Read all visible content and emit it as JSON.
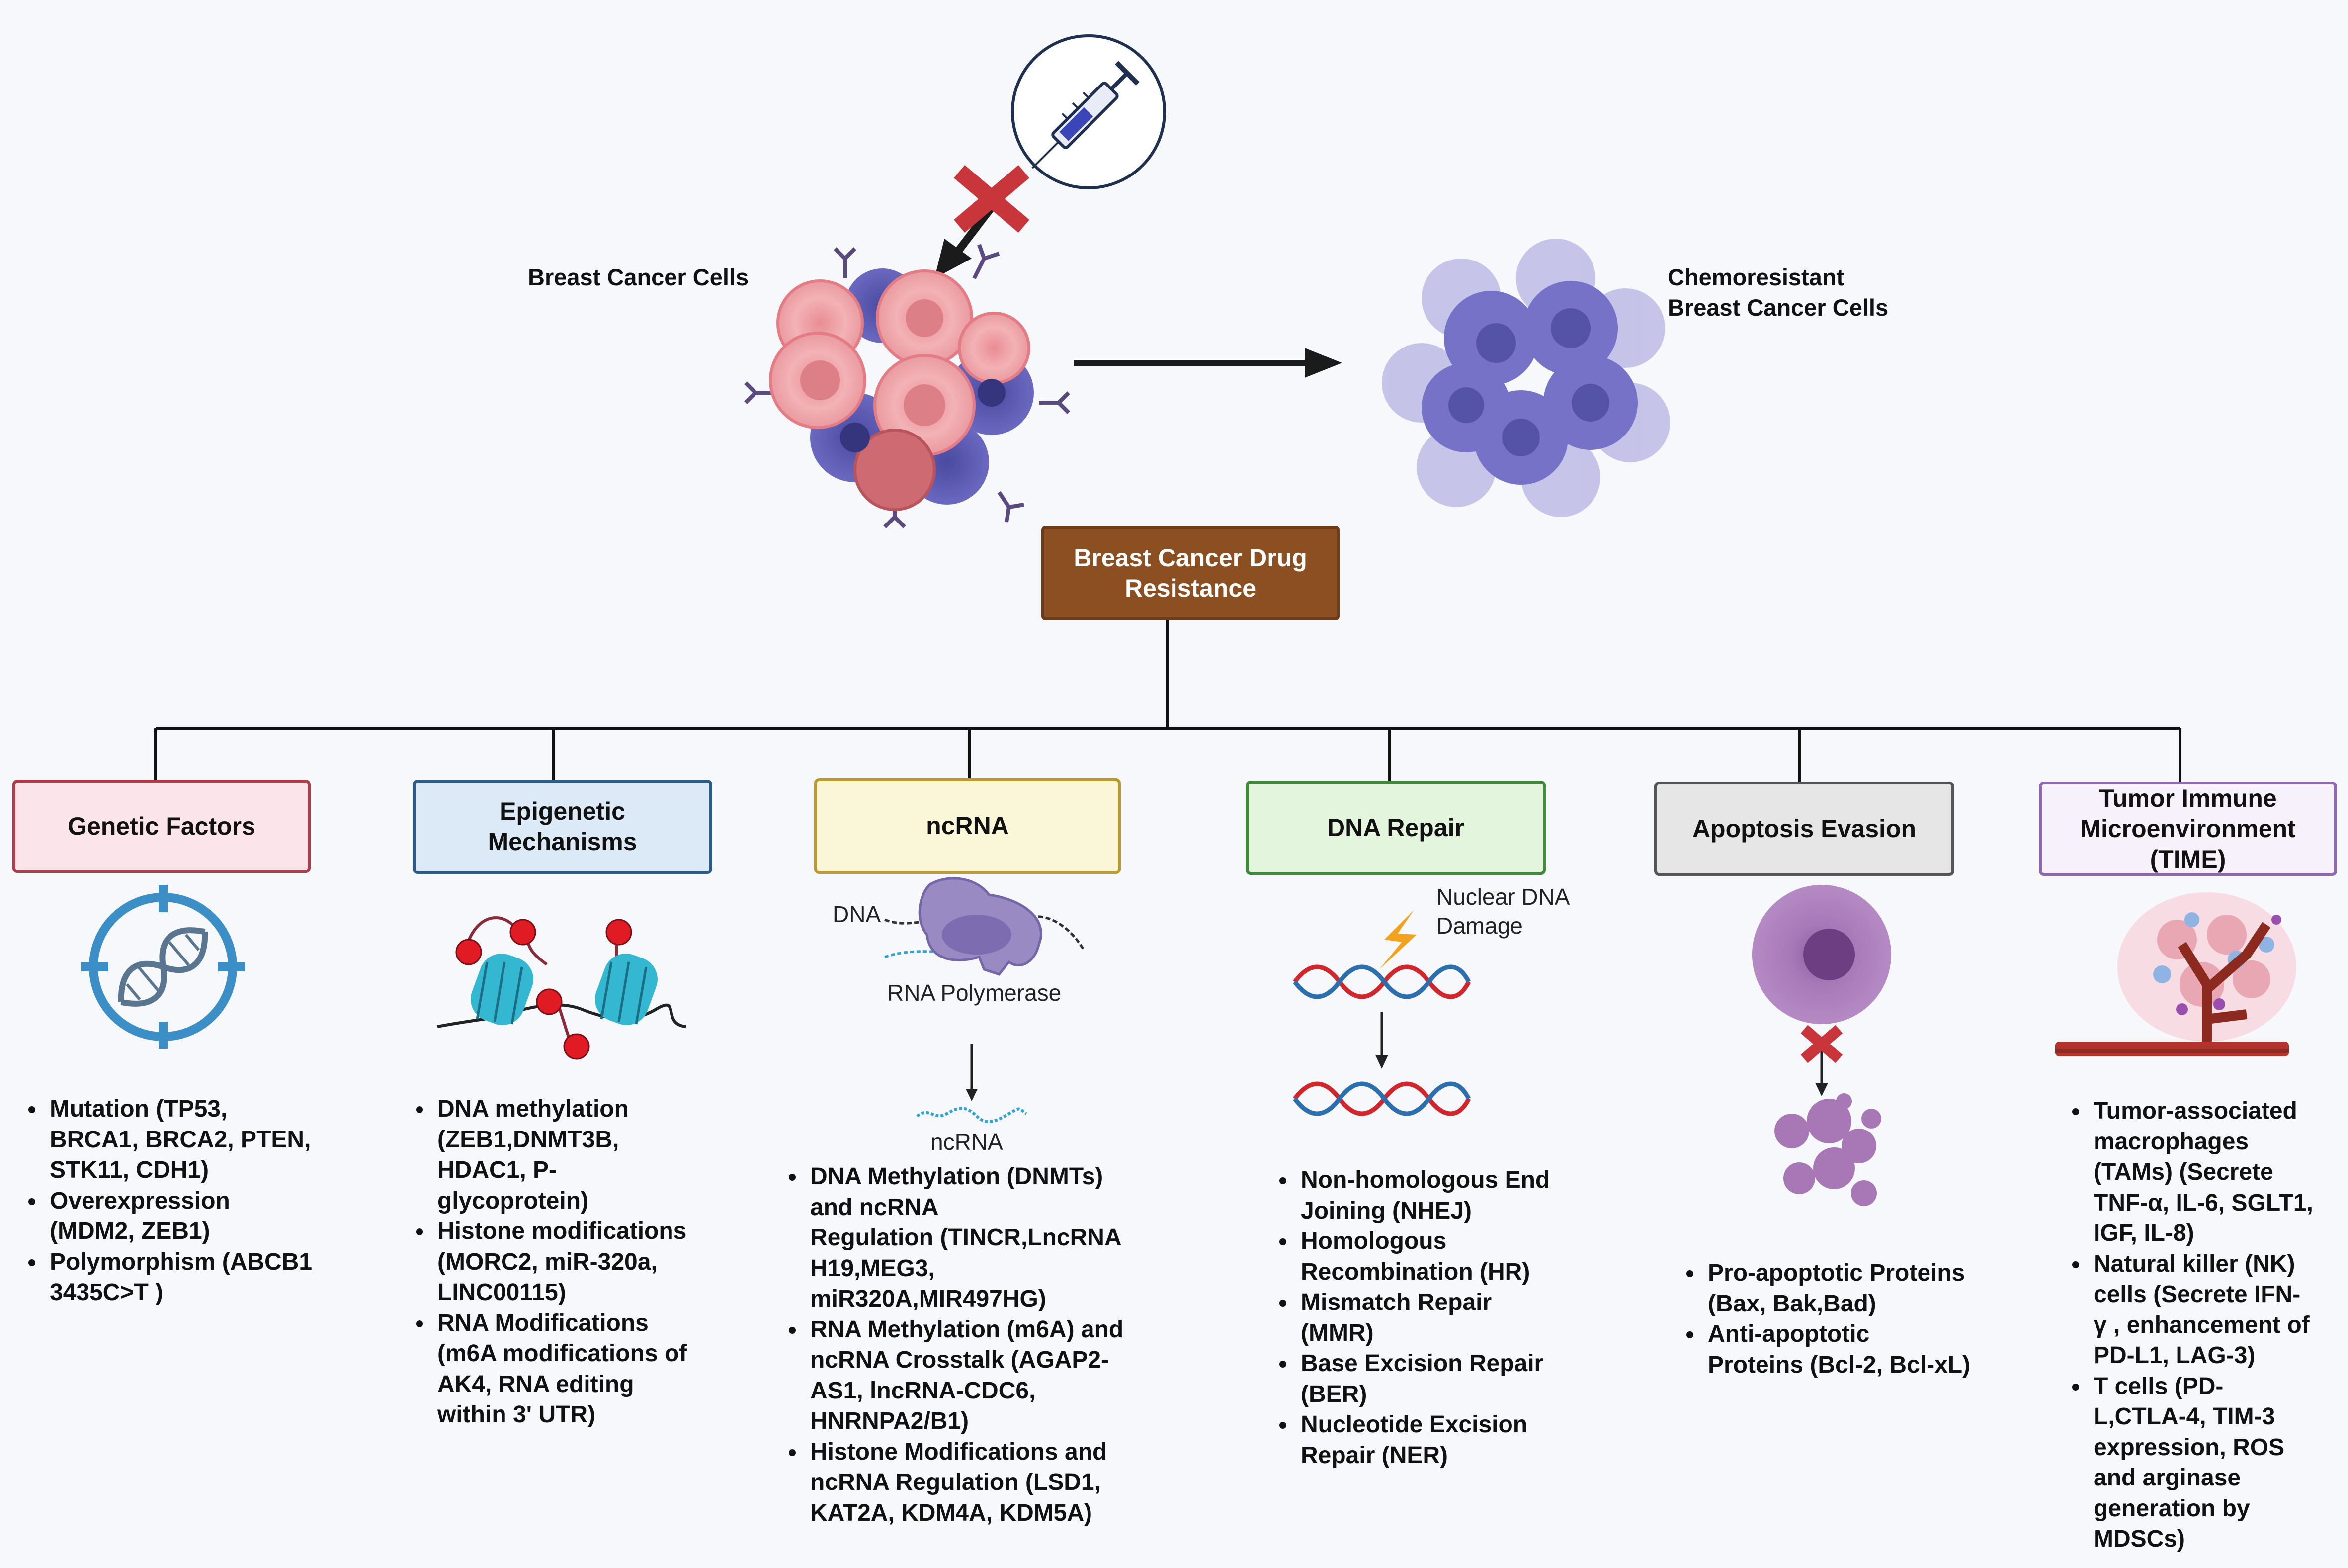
{
  "top": {
    "cells_label": "Breast Cancer Cells",
    "chemo_label_line1": "Chemoresistant",
    "chemo_label_line2": "Breast Cancer Cells"
  },
  "root": {
    "line1": "Breast Cancer Drug",
    "line2": "Resistance"
  },
  "categories": [
    {
      "key": "genetic",
      "color": "#b23b4a",
      "fill": "#fbe5ea",
      "title_lines": [
        "Genetic Factors"
      ],
      "icon": "dna-target-icon",
      "bullets": [
        [
          "Mutation (TP53,",
          "BRCA1, BRCA2, PTEN,",
          "STK11, CDH1)"
        ],
        [
          "Overexpression",
          "(MDM2, ZEB1)"
        ],
        [
          "Polymorphism (ABCB1",
          "3435C>T )"
        ]
      ]
    },
    {
      "key": "epigenetic",
      "color": "#2e5a86",
      "fill": "#dceaf8",
      "title_lines": [
        "Epigenetic",
        "Mechanisms"
      ],
      "icon": "nucleosome-methylation-icon",
      "bullets": [
        [
          "DNA methylation",
          "(ZEB1,DNMT3B,",
          "HDAC1, P-",
          "glycoprotein)"
        ],
        [
          "Histone modifications",
          "(MORC2, miR-320a,",
          "LINC00115)"
        ],
        [
          "RNA Modifications",
          "(m6A modifications of",
          "AK4, RNA editing",
          "within 3' UTR)"
        ]
      ]
    },
    {
      "key": "ncrna",
      "color": "#b89a30",
      "fill": "#faf6d8",
      "title_lines": [
        "ncRNA"
      ],
      "icon": "rna-polymerase-icon",
      "figure": {
        "dna": "DNA",
        "polymerase": "RNA Polymerase",
        "product": "ncRNA"
      },
      "bullets": [
        [
          "DNA Methylation (DNMTs)",
          "and ncRNA",
          "Regulation (TINCR,LncRNA",
          "H19,MEG3,",
          "miR320A,MIR497HG)"
        ],
        [
          "RNA Methylation (m6A) and",
          "ncRNA Crosstalk (AGAP2-",
          "AS1, lncRNA-CDC6,",
          "HNRNPA2/B1)"
        ],
        [
          "Histone Modifications and",
          "ncRNA Regulation (LSD1,",
          "KAT2A, KDM4A,  KDM5A)"
        ]
      ]
    },
    {
      "key": "dnarepair",
      "color": "#3f8a3a",
      "fill": "#e3f5dd",
      "title_lines": [
        "DNA Repair"
      ],
      "icon": "dna-damage-icon",
      "figure": {
        "damage_line1": "Nuclear DNA",
        "damage_line2": "Damage"
      },
      "bullets": [
        [
          "Non-homologous End",
          "Joining (NHEJ)"
        ],
        [
          "Homologous",
          "Recombination (HR)"
        ],
        [
          "Mismatch Repair",
          "(MMR)"
        ],
        [
          "Base Excision Repair",
          "(BER)"
        ],
        [
          "Nucleotide Excision",
          "Repair (NER)"
        ]
      ]
    },
    {
      "key": "apoptosis",
      "color": "#555555",
      "fill": "#e6e6e6",
      "title_lines": [
        "Apoptosis Evasion"
      ],
      "icon": "apoptosis-cell-icon",
      "bullets": [
        [
          "Pro-apoptotic Proteins",
          "(Bax, Bak,Bad)"
        ],
        [
          "Anti-apoptotic",
          "Proteins (Bcl-2, Bcl-xL)"
        ]
      ]
    },
    {
      "key": "time",
      "color": "#8d6aae",
      "fill": "#f6f1fb",
      "title_lines": [
        "Tumor Immune",
        "Microenvironment",
        "(TIME)"
      ],
      "icon": "tumor-vessel-icon",
      "bullets": [
        [
          "Tumor-associated",
          "macrophages",
          "(TAMs) (Secrete",
          "TNF-α, IL-6, SGLT1,",
          "IGF, IL-8)"
        ],
        [
          "Natural killer (NK)",
          "cells (Secrete IFN-",
          "γ , enhancement of",
          "PD-L1, LAG-3)"
        ],
        [
          "T cells (PD-",
          "L,CTLA-4, TIM-3",
          "expression, ROS",
          "and arginase",
          "generation by",
          "MDSCs)"
        ]
      ]
    }
  ]
}
